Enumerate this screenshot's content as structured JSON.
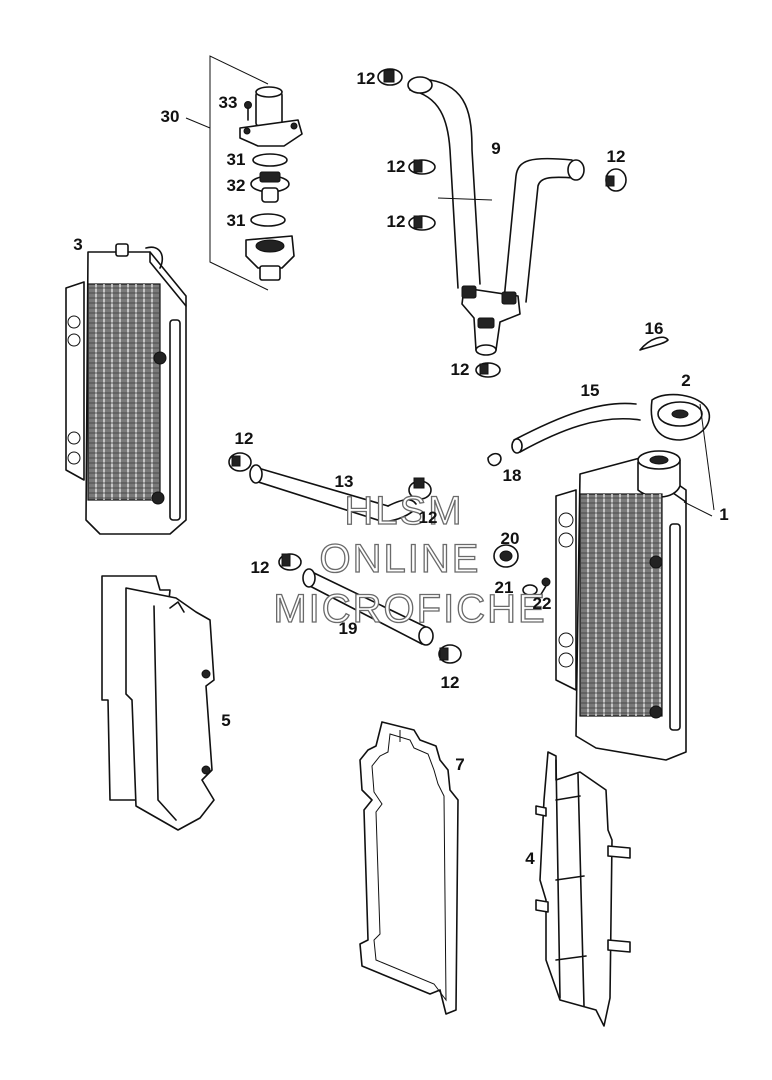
{
  "labels": {
    "p30": "30",
    "p33": "33",
    "p31a": "31",
    "p32": "32",
    "p31b": "31",
    "p3": "3",
    "p12a": "12",
    "p12b": "12",
    "p12c": "12",
    "p12d": "12",
    "p12e": "12",
    "p12f": "12",
    "p12g": "12",
    "p12h": "12",
    "p12i": "12",
    "p9": "9",
    "p16": "16",
    "p2": "2",
    "p15": "15",
    "p18": "18",
    "p13": "13",
    "p1": "1",
    "p20": "20",
    "p21": "21",
    "p22": "22",
    "p19": "19",
    "p5": "5",
    "p7": "7",
    "p4": "4"
  },
  "watermark": {
    "line1": "HLSM",
    "line2": "ONLINE",
    "line3": "MICROFICHE"
  },
  "colors": {
    "ink": "#111111",
    "watermark_stroke": "#6a6a6a"
  }
}
